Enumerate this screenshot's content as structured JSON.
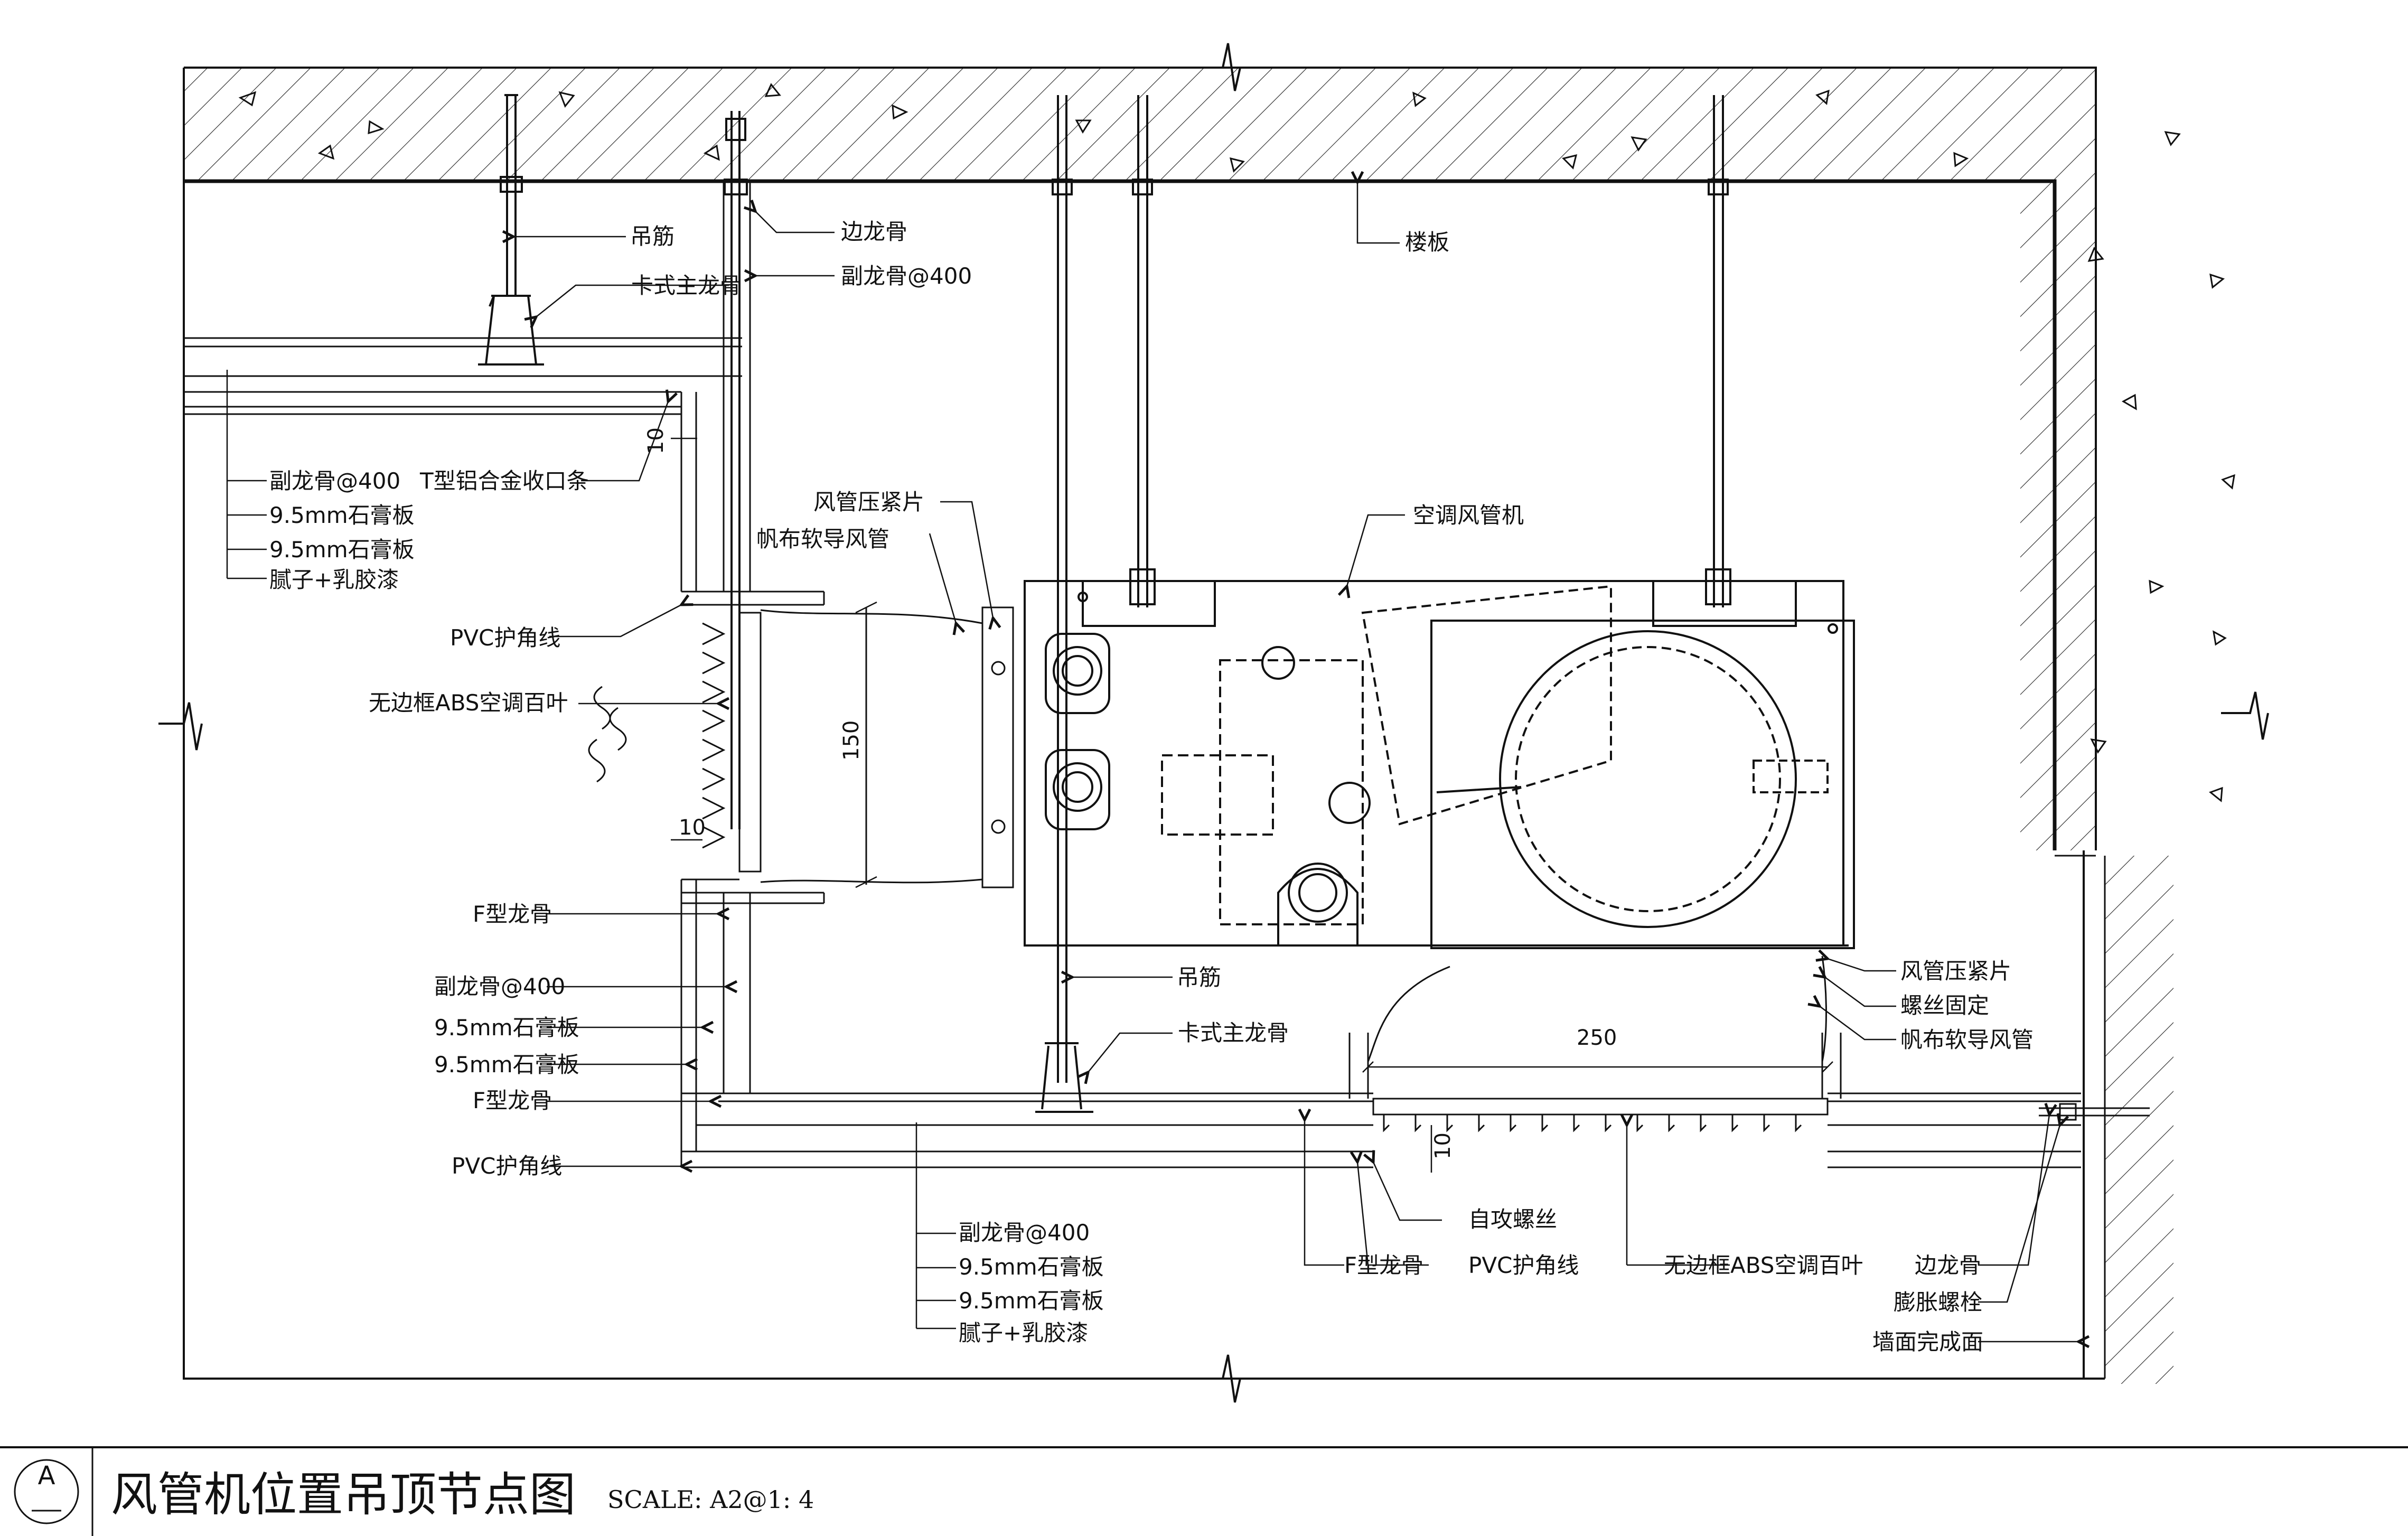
{
  "title_block": {
    "marker_letter": "A",
    "drawing_title": "风管机位置吊顶节点图",
    "scale_text": "SCALE: A2@1: 4"
  },
  "labels": {
    "hanger_rod_top": "吊筋",
    "clip_main_keel_top": "卡式主龙骨",
    "edge_keel_top": "边龙骨",
    "sub_keel_top": "副龙骨@400",
    "floor_slab": "楼板",
    "left_stack": [
      "副龙骨@400",
      "9.5mm石膏板",
      "9.5mm石膏板",
      "腻子+乳胶漆"
    ],
    "t_trim": "T型铝合金收口条",
    "duct_clamp_left": "风管压紧片",
    "canvas_duct_left": "帆布软导风管",
    "ac_unit": "空调风管机",
    "pvc_corner_upper": "PVC护角线",
    "louver_left": "无边框ABS空调百叶",
    "f_keel_upper": "F型龙骨",
    "left_lower_stack": [
      "副龙骨@400",
      "9.5mm石膏板",
      "9.5mm石膏板"
    ],
    "f_keel_lower": "F型龙骨",
    "pvc_corner_lower": "PVC护角线",
    "hanger_rod_mid": "吊筋",
    "clip_main_keel_mid": "卡式主龙骨",
    "duct_clamp_right": "风管压紧片",
    "screw_fix": "螺丝固定",
    "canvas_duct_right": "帆布软导风管",
    "tapping_screw": "自攻螺丝",
    "bottom_stack": [
      "副龙骨@400",
      "9.5mm石膏板",
      "9.5mm石膏板",
      "腻子+乳胶漆"
    ],
    "f_keel_bottom": "F型龙骨",
    "pvc_corner_bottom": "PVC护角线",
    "louver_bottom": "无边框ABS空调百叶",
    "edge_keel_right": "边龙骨",
    "expansion_bolt": "膨胀螺栓",
    "wall_finish": "墙面完成面"
  },
  "dimensions": {
    "duct_height": "150",
    "gap_top": "10",
    "gap_left": "10",
    "gap_bottom": "10",
    "louver_width": "250"
  }
}
